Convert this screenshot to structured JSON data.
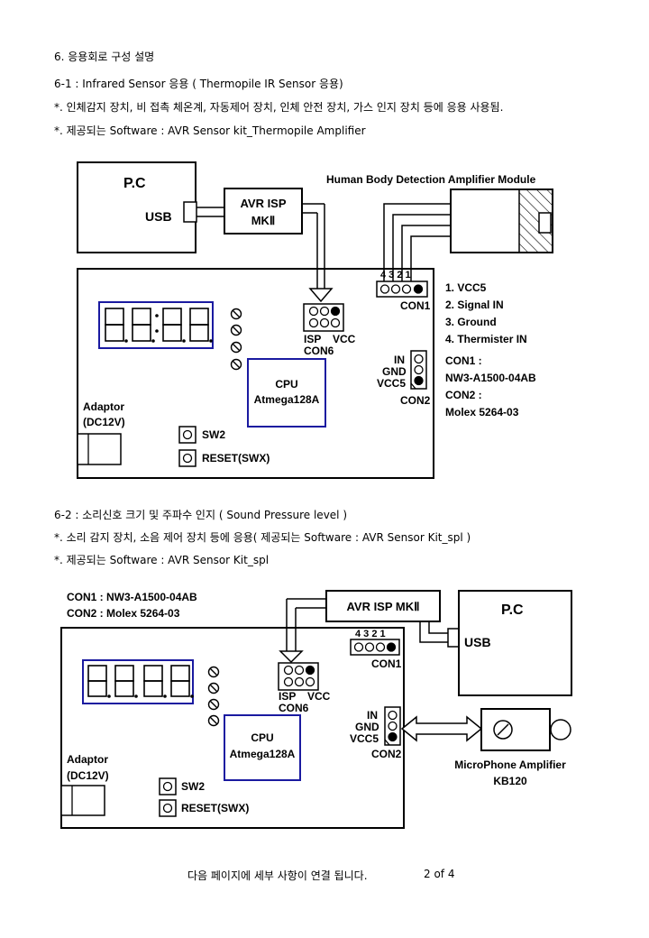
{
  "section": {
    "title": "6. 응용회로 구성 설명",
    "sub1": {
      "heading": "6-1 : Infrared Sensor 응용 ( Thermopile IR Sensor 응용)",
      "usage": "*. 인체감지 장치, 비 접촉 체온계, 자동제어 장치, 인체 안전 장치, 가스 인지 장치 등에 응용 사용됨.",
      "software": "*. 제공되는 Software : AVR Sensor kit_Thermopile Amplifier"
    },
    "sub2": {
      "heading": "6-2 : 소리신호 크기 및 주파수 인지 ( Sound Pressure level )",
      "usage": "*. 소리 감지 장치, 소음 제어 장치 등에 응용( 제공되는 Software : AVR Sensor Kit_spl )",
      "software": "*. 제공되는 Software : AVR Sensor Kit_spl"
    }
  },
  "diagram1": {
    "pc": "P.C",
    "usb": "USB",
    "isp_line1": "AVR ISP",
    "isp_line2": "MKⅡ",
    "module": "Human Body Detection Amplifier Module",
    "con1_pins": "4 3 2 1",
    "con1": "CON1",
    "pin_list": [
      "1. VCC5",
      "2. Signal IN",
      "3. Ground",
      "4. Thermister IN"
    ],
    "isp_label": "ISP",
    "vcc_label": "VCC",
    "con6": "CON6",
    "cpu": "CPU",
    "cpu_model": "Atmega128A",
    "in": "IN",
    "gnd": "GND",
    "vcc5": "VCC5",
    "con2": "CON2",
    "con_notes": [
      "CON1 :",
      "NW3-A1500-04AB",
      "CON2 :",
      "Molex 5264-03"
    ],
    "adaptor": "Adaptor",
    "adaptor_v": "(DC12V)",
    "sw2": "SW2",
    "reset": "RESET(SWX)"
  },
  "diagram2": {
    "con1_note": "CON1 : NW3-A1500-04AB",
    "con2_note": "CON2 : Molex 5264-03",
    "isp": "AVR ISP MKⅡ",
    "pc": "P.C",
    "usb": "USB",
    "con1_pins": "4 3 2 1",
    "con1": "CON1",
    "isp_label": "ISP",
    "vcc_label": "VCC",
    "con6": "CON6",
    "cpu": "CPU",
    "cpu_model": "Atmega128A",
    "in": "IN",
    "gnd": "GND",
    "vcc5": "VCC5",
    "con2": "CON2",
    "mic_line1": "MicroPhone Amplifier",
    "mic_line2": "KB120",
    "adaptor": "Adaptor",
    "adaptor_v": "(DC12V)",
    "sw2": "SW2",
    "reset": "RESET(SWX)"
  },
  "footer": {
    "note": "다음 페이지에 세부 사항이 연결 됩니다.",
    "page": "2 of 4"
  }
}
